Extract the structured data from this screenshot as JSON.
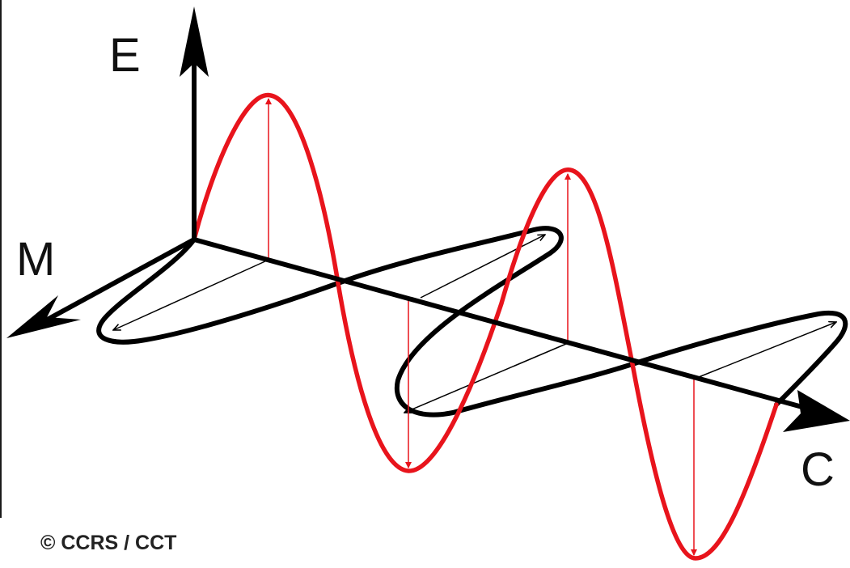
{
  "labels": {
    "electric_axis": "E",
    "magnetic_axis": "M",
    "propagation_axis": "C"
  },
  "credit": "© CCRS / CCT",
  "colors": {
    "electric_wave": "#e8141c",
    "magnetic_wave": "#000000",
    "axis": "#000000",
    "background": "#ffffff"
  }
}
